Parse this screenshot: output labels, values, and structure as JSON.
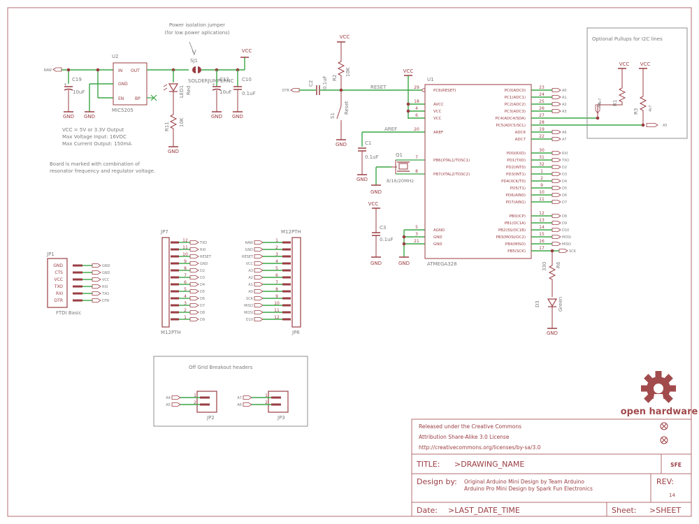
{
  "components": {
    "u2": {
      "ref": "U2",
      "part": "MIC5205",
      "pins": {
        "in": "IN",
        "out": "OUT",
        "gnd": "GND",
        "en": "EN",
        "bp": "BP"
      }
    },
    "c19": {
      "ref": "C19",
      "value": "10uF",
      "plus": "+"
    },
    "c12": {
      "ref": "C12",
      "value": "10uF",
      "plus": "+"
    },
    "c10": {
      "ref": "C10",
      "value": "0.1uF"
    },
    "sj1": {
      "ref": "SJ1",
      "part": "SOLDERJUMPERNC"
    },
    "led1": {
      "ref": "LED1",
      "color": "Red"
    },
    "r11": {
      "ref": "R11",
      "value": "10K"
    },
    "c2": {
      "ref": "C2",
      "value": "0.1uF"
    },
    "r2": {
      "ref": "R2",
      "value": "10K"
    },
    "s1": {
      "ref": "S1",
      "label": "Reset"
    },
    "c1": {
      "ref": "C1",
      "value": "0.1uF"
    },
    "q1": {
      "ref": "Q1",
      "value": "8/16/20MHz"
    },
    "c3": {
      "ref": "C3",
      "value": "0.1uF"
    },
    "r1": {
      "ref": "R1",
      "value": "4k7"
    },
    "r3": {
      "ref": "R3",
      "value": "4k7"
    },
    "r6": {
      "ref": "R6",
      "value": "330"
    },
    "d3": {
      "ref": "D3",
      "color": "Green"
    }
  },
  "annotations": {
    "power_iso_line1": "Power isolation jumper",
    "power_iso_line2": "(for low power aplications)",
    "vreg_specs": [
      "VCC = 5V or 3.3V Output",
      "Max Voltage Input: 16VDC",
      "Max Current Output: 150mA"
    ],
    "board_note": [
      "Board is marked with combination of",
      "resonator frequency and regulator voltage."
    ],
    "pullups_title": "Optional Pullups for I2C lines",
    "offgrid_title": "Off Grid Breakout headers"
  },
  "power": {
    "vcc": "VCC",
    "gnd": "GND"
  },
  "nets": {
    "raw": "RAW",
    "dtr": "DTR",
    "reset": "RESET",
    "aref": "AREF",
    "a4": "A4",
    "a5": "A5",
    "sck": "SCK"
  },
  "u1": {
    "ref": "U1",
    "part": "ATMEGA328",
    "left_pins": [
      {
        "num": "29",
        "name": "PC6(RESET)"
      },
      {
        "num": "18",
        "name": "AVCC"
      },
      {
        "num": "4",
        "name": "VCC"
      },
      {
        "num": "6",
        "name": "VCC"
      },
      {
        "num": "20",
        "name": "AREF"
      },
      {
        "num": "7",
        "name": "PB6(XTAL1/TOSC1)"
      },
      {
        "num": "8",
        "name": "PB7(XTAL2/TOSC2)"
      },
      {
        "num": "5",
        "name": "AGND"
      },
      {
        "num": "3",
        "name": "GND"
      },
      {
        "num": "21",
        "name": "GND"
      }
    ],
    "right_pins": [
      {
        "num": "23",
        "name": "PC0(ADC0)",
        "net": "A0"
      },
      {
        "num": "24",
        "name": "PC1(ADC1)",
        "net": "A1"
      },
      {
        "num": "25",
        "name": "PC2(ADC2)",
        "net": "A2"
      },
      {
        "num": "26",
        "name": "PC3(ADC3)",
        "net": "A3"
      },
      {
        "num": "27",
        "name": "PC4(ADC4/SDA)",
        "net": ""
      },
      {
        "num": "28",
        "name": "PC5(ADC5/SCL)",
        "net": ""
      },
      {
        "num": "19",
        "name": "ADC6",
        "net": "A6"
      },
      {
        "num": "22",
        "name": "ADC7",
        "net": "A7"
      },
      {
        "num": "30",
        "name": "PD0(RXD)",
        "net": "RXI"
      },
      {
        "num": "31",
        "name": "PD1(TXD)",
        "net": "TXO"
      },
      {
        "num": "32",
        "name": "PD2(INT0)",
        "net": "D2"
      },
      {
        "num": "1",
        "name": "PD3(INT1)",
        "net": "D3"
      },
      {
        "num": "2",
        "name": "PD4(XCK/T0)",
        "net": "D4"
      },
      {
        "num": "9",
        "name": "PD5(T1)",
        "net": "D5"
      },
      {
        "num": "10",
        "name": "PD6(AIN0)",
        "net": "D6"
      },
      {
        "num": "11",
        "name": "PD7(AIN1)",
        "net": "D7"
      },
      {
        "num": "12",
        "name": "PB0(ICP)",
        "net": "D8"
      },
      {
        "num": "13",
        "name": "PB1(OC1A)",
        "net": "D9"
      },
      {
        "num": "14",
        "name": "PB2(SS/OC1B)",
        "net": "D10"
      },
      {
        "num": "15",
        "name": "PB3(MOSI/OC2)",
        "net": "MOSI"
      },
      {
        "num": "16",
        "name": "PB4(MISO)",
        "net": "MISO"
      },
      {
        "num": "17",
        "name": "PB5(SCK)",
        "net": "SCK"
      }
    ]
  },
  "jp1": {
    "ref": "JP1",
    "label": "FTDI Basic",
    "pins": [
      {
        "name": "GND",
        "net": "GND"
      },
      {
        "name": "CTS",
        "net": "GND"
      },
      {
        "name": "VCC",
        "net": "VCC"
      },
      {
        "name": "TXO",
        "net": "RXI"
      },
      {
        "name": "RXI",
        "net": "TXO"
      },
      {
        "name": "DTR",
        "net": "DTR"
      }
    ]
  },
  "jp7": {
    "ref": "JP7",
    "part": "M12PTH",
    "pins": [
      {
        "num": "12",
        "net": "TXO"
      },
      {
        "num": "11",
        "net": "RXI"
      },
      {
        "num": "10",
        "net": "RESET"
      },
      {
        "num": "9",
        "net": "GND"
      },
      {
        "num": "8",
        "net": "D2"
      },
      {
        "num": "7",
        "net": "D3"
      },
      {
        "num": "6",
        "net": "D4"
      },
      {
        "num": "5",
        "net": "D5"
      },
      {
        "num": "4",
        "net": "D6"
      },
      {
        "num": "3",
        "net": "D7"
      },
      {
        "num": "2",
        "net": "D8"
      },
      {
        "num": "1",
        "net": "D9"
      }
    ]
  },
  "jp6": {
    "ref": "JP6",
    "part": "M12PTH",
    "pins": [
      {
        "num": "1",
        "net": "RAW"
      },
      {
        "num": "2",
        "net": "GND"
      },
      {
        "num": "3",
        "net": "RESET"
      },
      {
        "num": "4",
        "net": "VCC"
      },
      {
        "num": "5",
        "net": "A3"
      },
      {
        "num": "6",
        "net": "A2"
      },
      {
        "num": "7",
        "net": "A1"
      },
      {
        "num": "8",
        "net": "A0"
      },
      {
        "num": "9",
        "net": "SCK"
      },
      {
        "num": "10",
        "net": "MISO"
      },
      {
        "num": "11",
        "net": "MOSI"
      },
      {
        "num": "12",
        "net": "D10"
      }
    ]
  },
  "jp2": {
    "ref": "JP2",
    "pins": [
      {
        "num": "1",
        "net": "A4"
      },
      {
        "num": "2",
        "net": "A5"
      }
    ]
  },
  "jp3": {
    "ref": "JP3",
    "pins": [
      {
        "num": "1",
        "net": "A7"
      },
      {
        "num": "2",
        "net": "A6"
      }
    ]
  },
  "title_block": {
    "license": [
      "Released under the Creative Commons",
      "Attribution Share-Alike 3.0 License",
      "http://creativecommons.org/licenses/by-sa/3.0"
    ],
    "title_label": "TITLE:",
    "title_value": ">DRAWING_NAME",
    "company": "SFE",
    "design_label": "Design by:",
    "design_value": [
      "Original Arduino Mini Design by Team Arduino",
      "Arduino Pro Mini Design by Spark Fun Electronics"
    ],
    "rev_label": "REV:",
    "rev_value": "14",
    "date_label": "Date:",
    "date_value": ">LAST_DATE_TIME",
    "sheet_label": "Sheet:",
    "sheet_value": ">SHEET",
    "logo_text": "open hardware"
  },
  "colors": {
    "line": "#9a3d43",
    "wire": "#3aa545",
    "text": "#7a7a7a",
    "frame": "#b56c70",
    "logo": "#a24b4d"
  }
}
